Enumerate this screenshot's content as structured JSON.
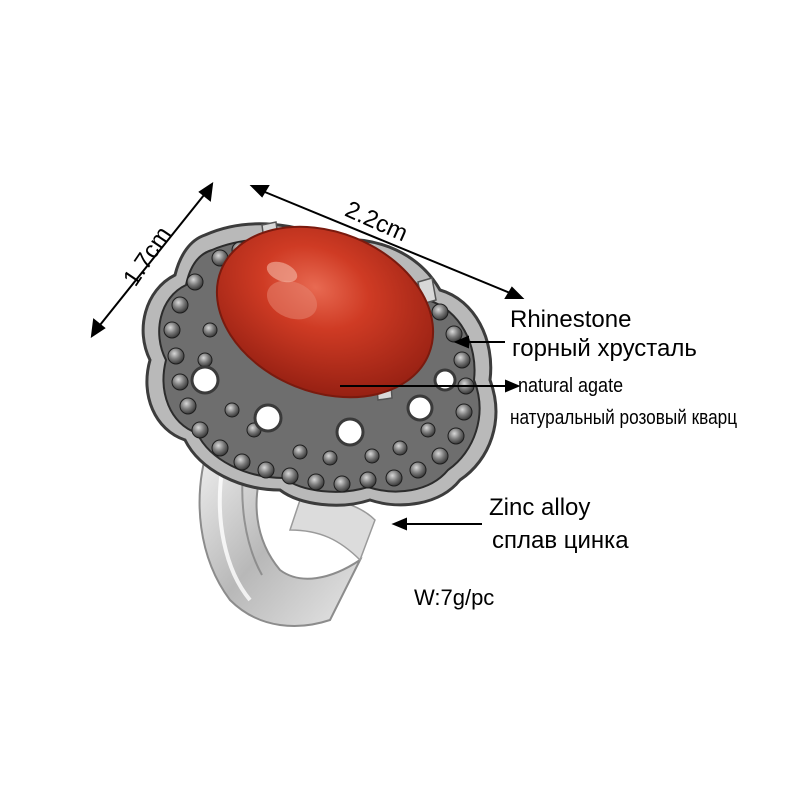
{
  "dimensions": {
    "width_label": "2.2cm",
    "height_label": "1.7cm"
  },
  "callouts": {
    "rhinestone": {
      "en": "Rhinestone",
      "ru": "горный хрусталь"
    },
    "stone": {
      "en": "natural agate",
      "ru": "натуральный розовый кварц"
    },
    "band": {
      "en": "Zinc alloy",
      "ru": "сплав цинка"
    }
  },
  "weight_label": "W:7g/pc",
  "colors": {
    "stone": "#c8321e",
    "stone_highlight": "#e8705a",
    "metal": "#c9c9c9",
    "metal_dark": "#4a4a4a",
    "marcasite": "#8a8a8a",
    "text": "#000000"
  }
}
